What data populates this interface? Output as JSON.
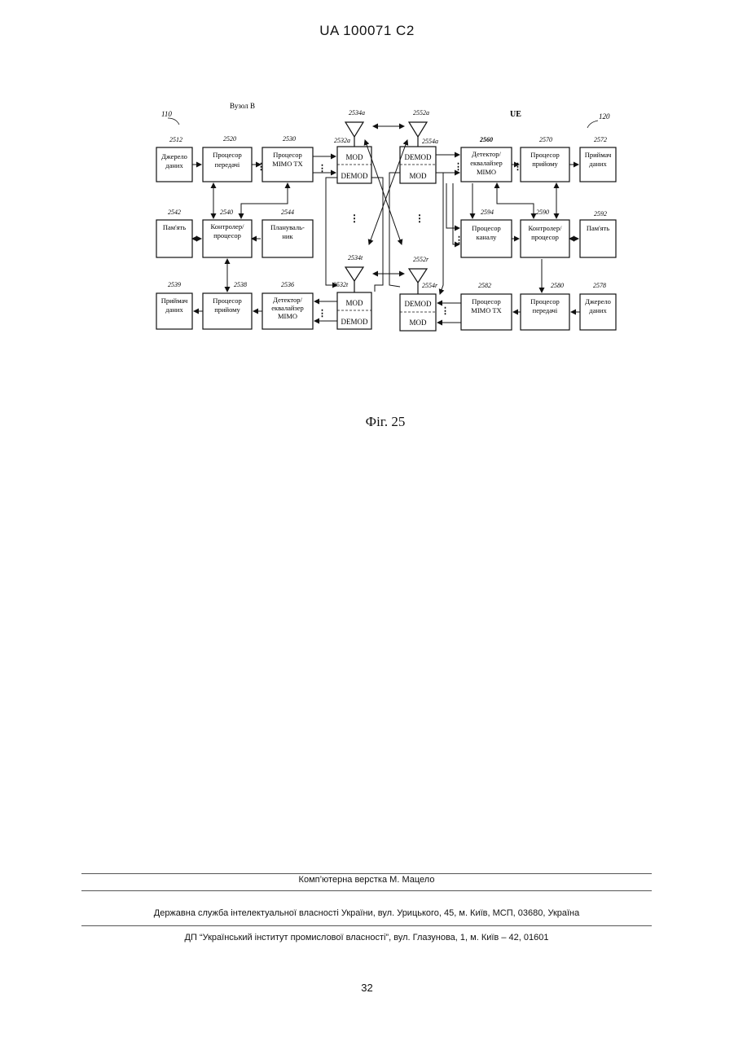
{
  "header": {
    "doc_number": "UA   100071   C2"
  },
  "figure": {
    "labels": {
      "node_b": "Вузол В",
      "ue": "UE",
      "ref_110": "110",
      "ref_120": "120"
    },
    "blocks": {
      "b2512": [
        "Джерело",
        "даних"
      ],
      "b2520": [
        "Процесор",
        "передачі"
      ],
      "b2530": [
        "Процесор",
        "MIMO TX"
      ],
      "b2542": [
        "Пам'ять"
      ],
      "b2540": [
        "Контролер/",
        "процесор"
      ],
      "b2544": [
        "Плануваль-",
        "ник"
      ],
      "b2539": [
        "Приймач",
        "даних"
      ],
      "b2538": [
        "Процесор",
        "прийому"
      ],
      "b2536": [
        "Детектор/",
        "еквалайзер",
        "MIMO"
      ],
      "b2560": [
        "Детектор/",
        "еквалайзер",
        "MIMO"
      ],
      "b2570": [
        "Процесор",
        "прийому"
      ],
      "b2572": [
        "Приймач",
        "даних"
      ],
      "b2594": [
        "Процесор",
        "каналу"
      ],
      "b2590": [
        "Контролер/",
        "процесор"
      ],
      "b2592": [
        "Пам'ять"
      ],
      "b2582": [
        "Процесор",
        "MIMO TX"
      ],
      "b2580": [
        "Процесор",
        "передачі"
      ],
      "b2578": [
        "Джерело",
        "даних"
      ]
    },
    "modem": {
      "mod": "MOD",
      "demod": "DEMOD"
    },
    "refs": {
      "r2512": "2512",
      "r2520": "2520",
      "r2530": "2530",
      "r2532a": "2532a",
      "r2534a": "2534a",
      "r2552a": "2552a",
      "r2554a": "2554a",
      "r2560": "2560",
      "r2570": "2570",
      "r2572": "2572",
      "r2542": "2542",
      "r2540": "2540",
      "r2544": "2544",
      "r2594": "2594",
      "r2590": "2590",
      "r2592": "2592",
      "r2534t": "2534t",
      "r2552r": "2552r",
      "r2532t": "2532t",
      "r2554r": "2554r",
      "r2539": "2539",
      "r2538": "2538",
      "r2536": "2536",
      "r2582": "2582",
      "r2580": "2580",
      "r2578": "2578"
    },
    "caption": "Фіг. 25"
  },
  "footer": {
    "line1": "Комп’ютерна верстка М. Мацело",
    "line2": "Державна служба інтелектуальної власності України, вул. Урицького, 45, м. Київ, МСП, 03680, Україна",
    "line3": "ДП “Український інститут промислової власності”, вул. Глазунова, 1, м. Київ – 42, 01601"
  },
  "page_number": "32"
}
